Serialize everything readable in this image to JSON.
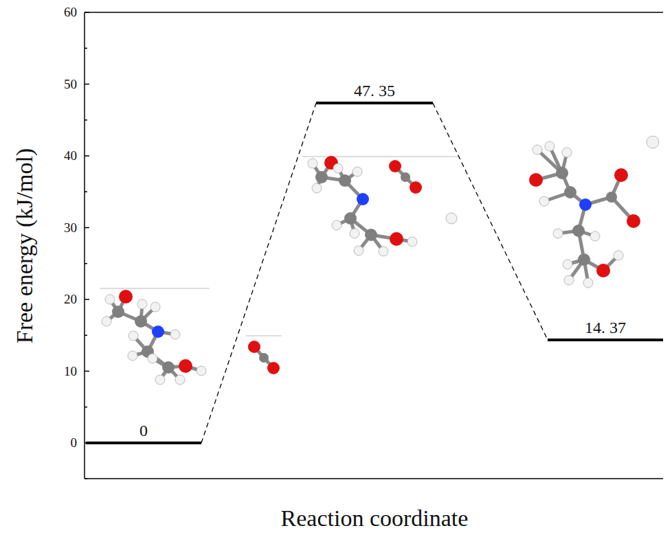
{
  "diagram": {
    "nodes": [
      {
        "text": [
          "0"
        ]
      },
      {
        "text": [
          "47. 35"
        ]
      },
      {
        "text": [
          "14. 37"
        ]
      }
    ],
    "edges": [
      {
        "from": 0,
        "to": 1,
        "arrow": "none"
      },
      {
        "from": 1,
        "to": 2,
        "arrow": "none"
      }
    ],
    "labels": [
      "0",
      "10",
      "20",
      "30",
      "40",
      "50",
      "60",
      "Free energy (kJ/mol)",
      "Reaction coordinate"
    ]
  }
}
